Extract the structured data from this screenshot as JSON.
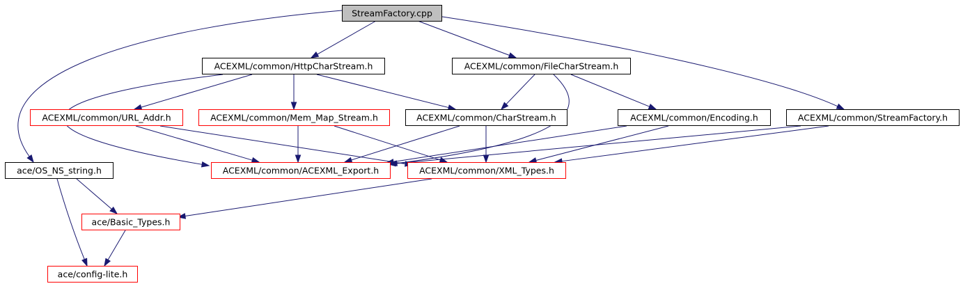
{
  "colors": {
    "edge": "#191970",
    "root_fill": "#bfbfbf",
    "root_stroke": "#000000",
    "plain_stroke": "#000000",
    "external_stroke": "#ff0000",
    "fill": "#ffffff"
  },
  "nodes": [
    {
      "id": "streamfactory-cpp",
      "label": "StreamFactory.cpp",
      "style": "root"
    },
    {
      "id": "httpcharstream-h",
      "label": "ACEXML/common/HttpCharStream.h",
      "style": "plain"
    },
    {
      "id": "filecharstream-h",
      "label": "ACEXML/common/FileCharStream.h",
      "style": "plain"
    },
    {
      "id": "url-addr-h",
      "label": "ACEXML/common/URL_Addr.h",
      "style": "external"
    },
    {
      "id": "mem-map-stream-h",
      "label": "ACEXML/common/Mem_Map_Stream.h",
      "style": "external"
    },
    {
      "id": "charstream-h",
      "label": "ACEXML/common/CharStream.h",
      "style": "plain"
    },
    {
      "id": "encoding-h",
      "label": "ACEXML/common/Encoding.h",
      "style": "plain"
    },
    {
      "id": "streamfactory-h",
      "label": "ACEXML/common/StreamFactory.h",
      "style": "plain"
    },
    {
      "id": "os-ns-string-h",
      "label": "ace/OS_NS_string.h",
      "style": "plain"
    },
    {
      "id": "acexml-export-h",
      "label": "ACEXML/common/ACEXML_Export.h",
      "style": "external"
    },
    {
      "id": "xml-types-h",
      "label": "ACEXML/common/XML_Types.h",
      "style": "external"
    },
    {
      "id": "basic-types-h",
      "label": "ace/Basic_Types.h",
      "style": "external"
    },
    {
      "id": "config-lite-h",
      "label": "ace/config-lite.h",
      "style": "external"
    }
  ],
  "edges": [
    {
      "from": "streamfactory-cpp",
      "to": "httpcharstream-h"
    },
    {
      "from": "streamfactory-cpp",
      "to": "filecharstream-h"
    },
    {
      "from": "streamfactory-cpp",
      "to": "streamfactory-h"
    },
    {
      "from": "streamfactory-cpp",
      "to": "os-ns-string-h"
    },
    {
      "from": "httpcharstream-h",
      "to": "url-addr-h"
    },
    {
      "from": "httpcharstream-h",
      "to": "mem-map-stream-h"
    },
    {
      "from": "httpcharstream-h",
      "to": "charstream-h"
    },
    {
      "from": "httpcharstream-h",
      "to": "acexml-export-h"
    },
    {
      "from": "filecharstream-h",
      "to": "charstream-h"
    },
    {
      "from": "filecharstream-h",
      "to": "encoding-h"
    },
    {
      "from": "filecharstream-h",
      "to": "acexml-export-h"
    },
    {
      "from": "url-addr-h",
      "to": "acexml-export-h"
    },
    {
      "from": "url-addr-h",
      "to": "xml-types-h"
    },
    {
      "from": "mem-map-stream-h",
      "to": "acexml-export-h"
    },
    {
      "from": "mem-map-stream-h",
      "to": "xml-types-h"
    },
    {
      "from": "charstream-h",
      "to": "acexml-export-h"
    },
    {
      "from": "charstream-h",
      "to": "xml-types-h"
    },
    {
      "from": "encoding-h",
      "to": "acexml-export-h"
    },
    {
      "from": "encoding-h",
      "to": "xml-types-h"
    },
    {
      "from": "streamfactory-h",
      "to": "acexml-export-h"
    },
    {
      "from": "streamfactory-h",
      "to": "xml-types-h"
    },
    {
      "from": "xml-types-h",
      "to": "basic-types-h"
    },
    {
      "from": "os-ns-string-h",
      "to": "basic-types-h"
    },
    {
      "from": "os-ns-string-h",
      "to": "config-lite-h"
    },
    {
      "from": "basic-types-h",
      "to": "config-lite-h"
    }
  ]
}
